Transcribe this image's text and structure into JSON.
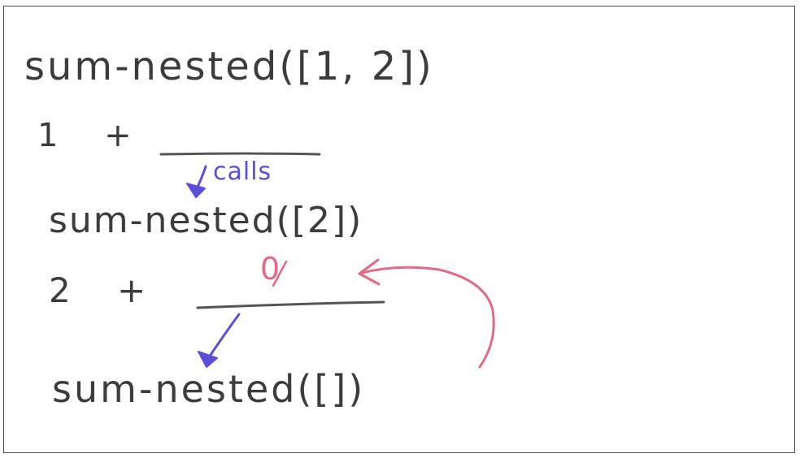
{
  "lines": {
    "top_call": "sum-nested([1, 2])",
    "first_sum": "1 +",
    "calls_note": "calls",
    "second_call": "sum-nested([2])",
    "second_sum": "2 +",
    "return_value": "0",
    "base_call": "sum-nested([])"
  },
  "colors": {
    "ink": "#3c3c3c",
    "call_arrow": "#5a4fd6",
    "return_arrow": "#e36a86"
  }
}
